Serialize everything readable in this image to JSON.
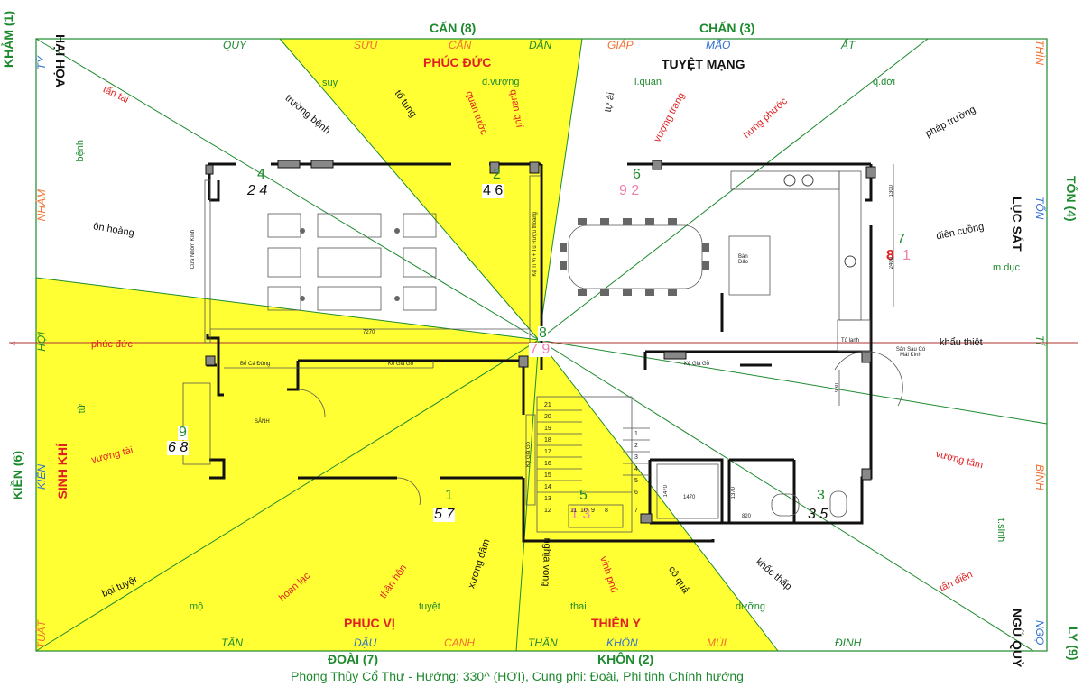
{
  "guas": {
    "can": "CẤN (8)",
    "chan": "CHẤN (3)",
    "khaim": "KHẢM (1)",
    "ton": "TỐN (4)",
    "kien": "KIỀN (6)",
    "ly": "LY (9)",
    "doai": "ĐOÀI (7)",
    "khon": "KHÔN (2)"
  },
  "stars": {
    "phuc_duc": "PHÚC ĐỨC",
    "tuyet_mang": "TUYỆT MẠNG",
    "hai_hoa": "HẠI HỌA",
    "luc_sat": "LỤC SÁT",
    "sinh_khi": "SINH KHÍ",
    "ngu_quy": "NGŨ QUỶ",
    "phuc_vi": "PHỤC VỊ",
    "thien_y": "THIÊN Y"
  },
  "mountains": {
    "quy": "QUY",
    "suu": "SỬU",
    "can": "CẤN",
    "dan": "DẦN",
    "giap": "GIÁP",
    "mao": "MÃO",
    "at": "ẤT",
    "thin": "THÌN",
    "ton": "TỐN",
    "ty_r": "TỴ",
    "binh": "BÍNH",
    "ngo": "NGỌ",
    "dinh": "ĐINH",
    "mui": "MÙI",
    "khon": "KHÔN",
    "than": "THÂN",
    "canh": "CANH",
    "dau": "DẬU",
    "tan": "TÂN",
    "tuat": "TUẤT",
    "kien": "KIỀN",
    "hoi": "HỢI",
    "nham": "NHÂM",
    "ty_l": "TÝ",
    "ti": "TÍ"
  },
  "words": {
    "tan_tai": "tấn tài",
    "benh": "bệnh",
    "suy": "suy",
    "truong_benh": "trường bệnh",
    "to_tung": "tố tụng",
    "d_vuong": "đ.vượng",
    "quan_tuoc": "quan tước",
    "quan_qui": "quan quí",
    "ty_ai": "tự ải",
    "l_quan": "l.quan",
    "vuong_trang": "vượng trang",
    "hung_phuoc": "hưng phước",
    "q_doi": "q.đới",
    "phap_truong": "pháp trường",
    "on_hoang": "ôn hoàng",
    "dien_cuong": "điên cuồng",
    "m_duc": "m.dục",
    "phuc_duc": "phúc đức",
    "khau_thiet": "khẩu thiệt",
    "tu": "tử",
    "vuong_tai": "vượng tài",
    "vuong_tam": "vượng tâm",
    "t_sinh": "t.sinh",
    "tan_dien": "tấn điền",
    "bai_tuyet": "bại tuyệt",
    "mo": "mộ",
    "hoan_lac": "hoan lạc",
    "than_hon": "thân hôn",
    "tuyet": "tuyệt",
    "xuong_dam": "xương dâm",
    "nghia_vong": "nghịa vong",
    "thai": "thai",
    "vinh_phu": "vinh phú",
    "co_qua": "cô quả",
    "khoc_thap": "khốc thấp",
    "duong": "dưỡng"
  },
  "numbers": {
    "n4": "4",
    "n24": "2 4",
    "n2": "2",
    "n46": "4 6",
    "n6": "6",
    "n9_2": "9 2",
    "n7": "7",
    "n8": "8",
    "n1": "1",
    "c8": "8",
    "c79": "7 9",
    "n9": "9",
    "n68": "6 8",
    "g1": "1",
    "n57": "5 7",
    "g5": "5",
    "n13": "1 3",
    "g3": "3",
    "n35": "3 5"
  },
  "plan": {
    "cua_nhom_kinh": "Cửa Nhôm Kính",
    "ke_tivi": "Kệ Ti Vi + Tủ Rượu thoáng",
    "dim_7270": "7270",
    "be_ca": "Bể Cá Đứng",
    "ke_gia_go1": "Kệ Giả Gỗ",
    "sanh": "SẢNH",
    "ke_gia_go2": "Kệ Giả Gỗ",
    "ke_gia_go3": "Kệ Giả Gỗ",
    "ban_dao": "Bàn Đảo",
    "tu_lanh": "Tủ lạnh",
    "san_sau": "Sân Sau Có Mái Kính",
    "d1300": "1300",
    "d2400": "2400",
    "d930": "930",
    "d1470a": "1470",
    "d1470b": "1470",
    "d1370": "1370",
    "d820": "820"
  },
  "footer": "Phong Thủy Cổ Thư - Hướng: 330^ (HỢI), Cung phi: Đoài, Phi tinh Chính hướng",
  "colors": {
    "yellow": "#ffff33",
    "green": "#1e8a2e",
    "red": "#e02020"
  }
}
